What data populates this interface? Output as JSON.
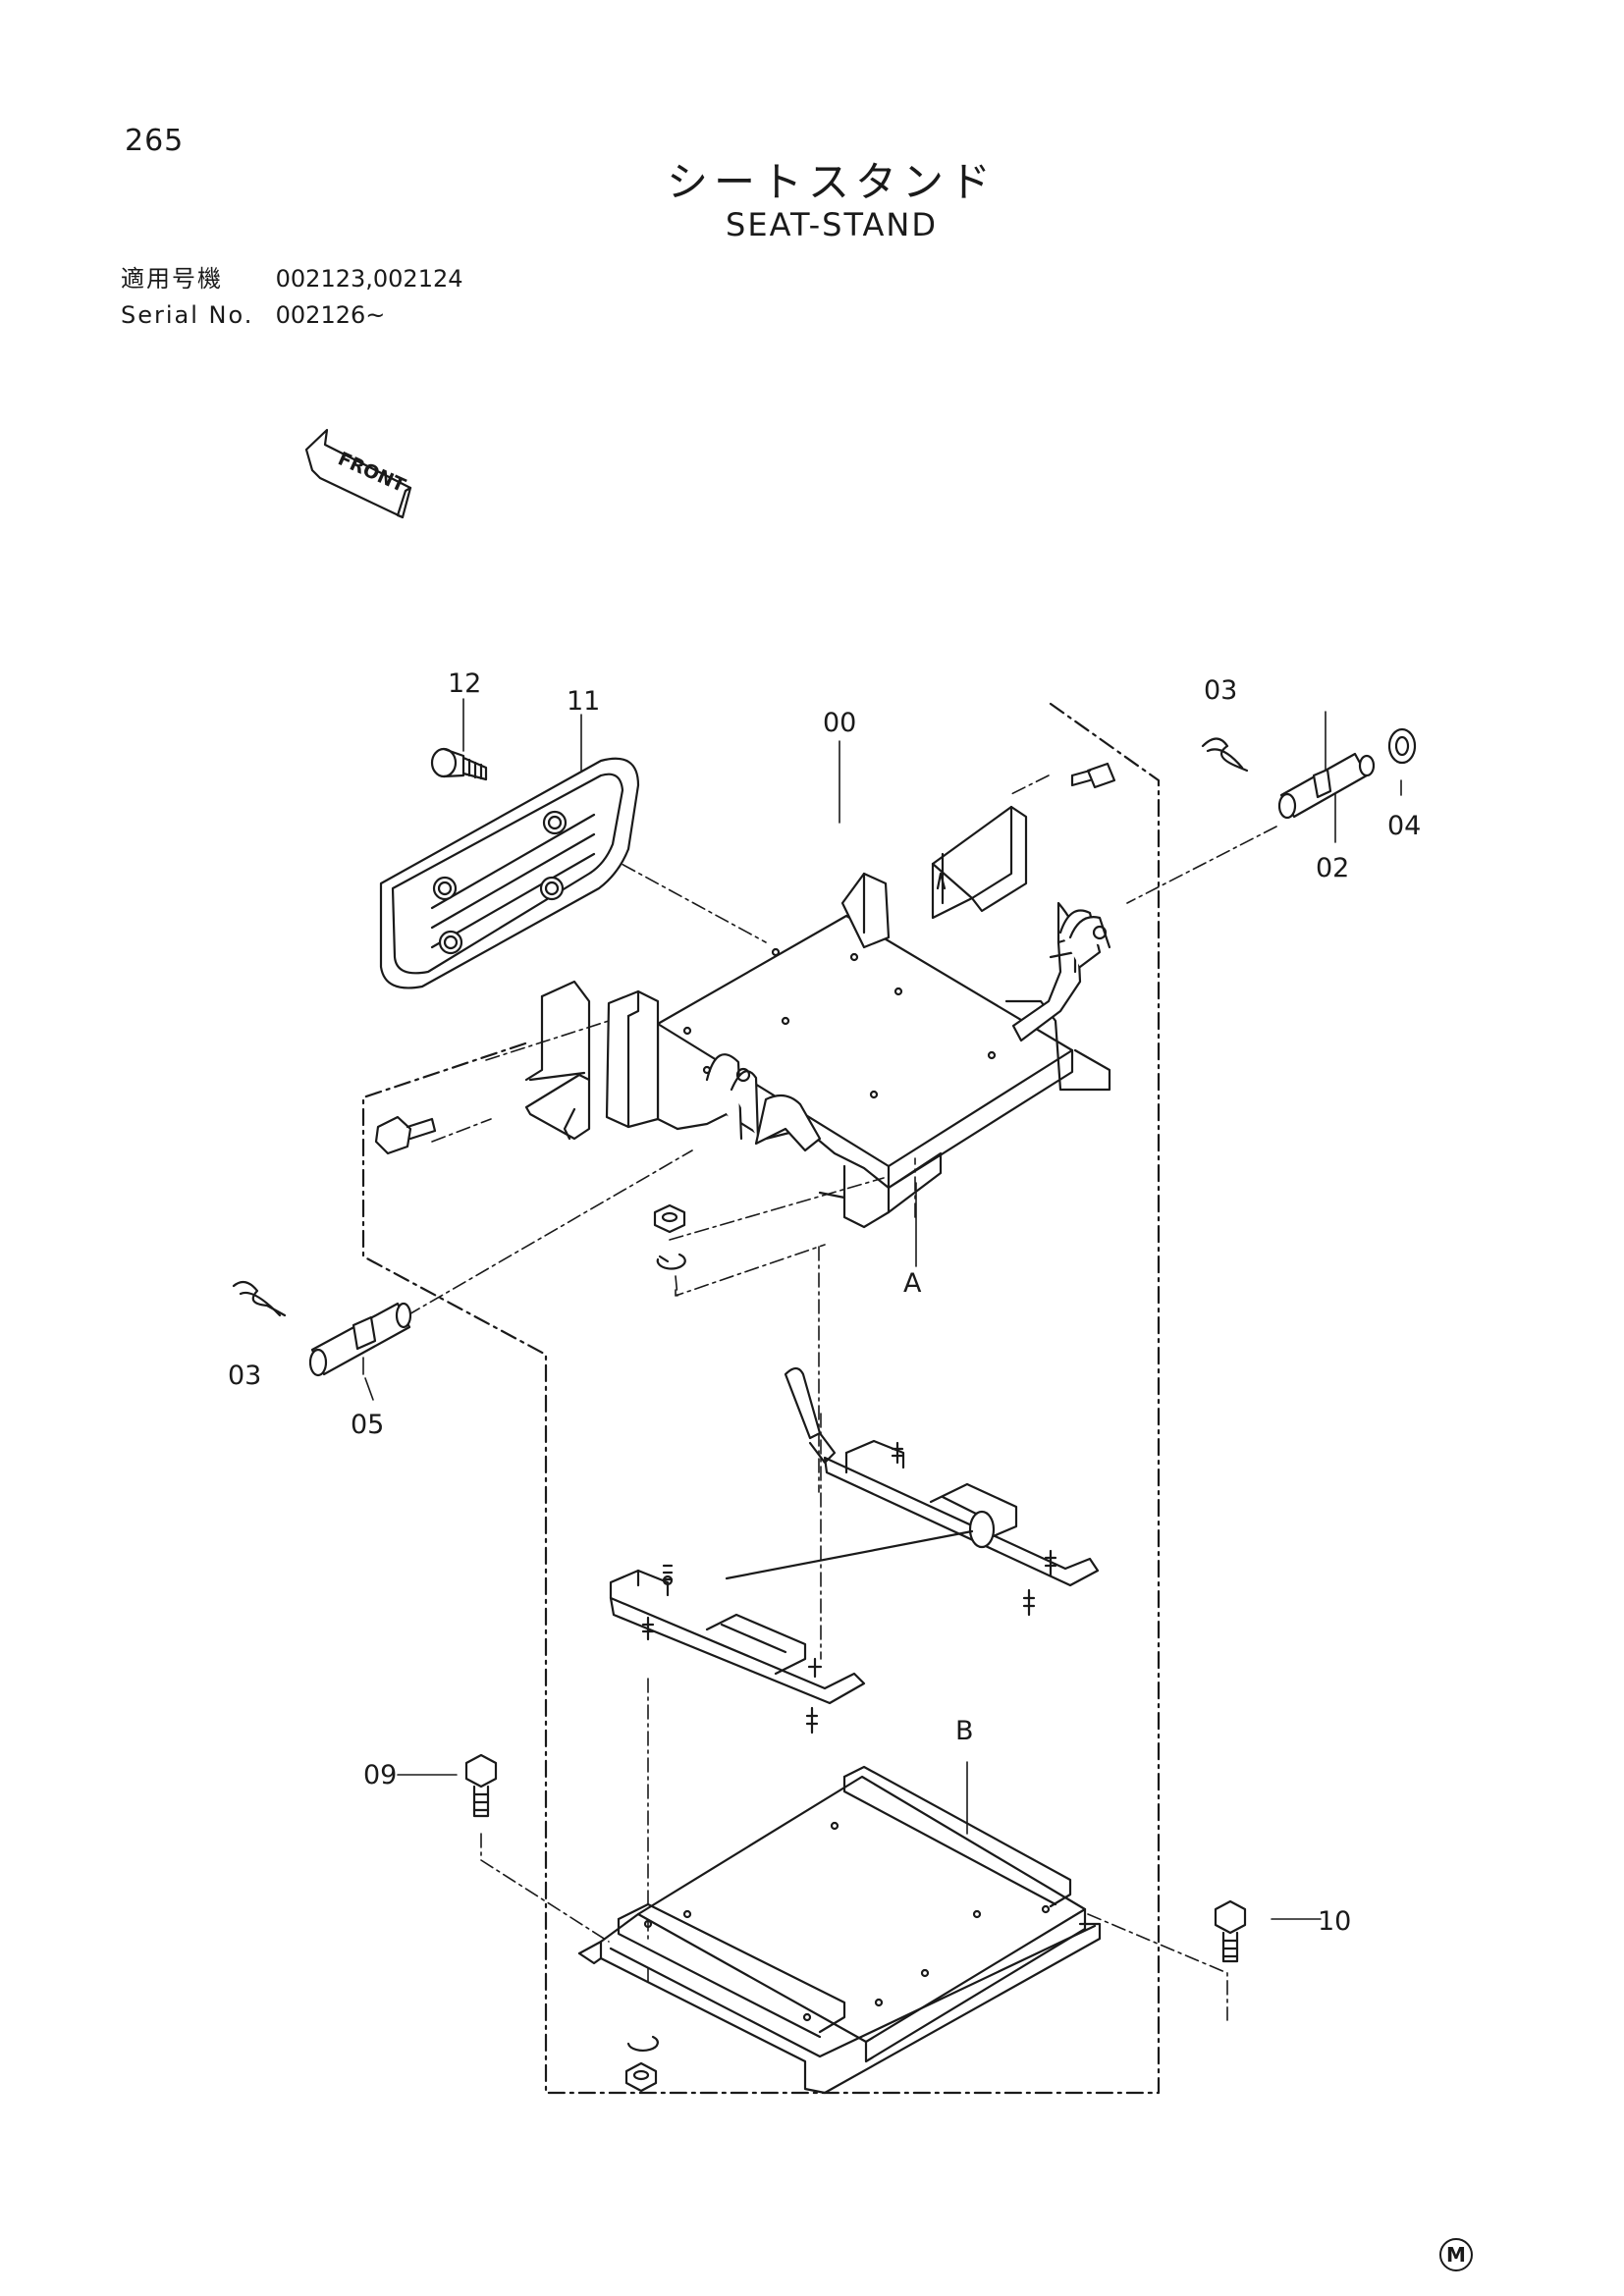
{
  "page_number": "265",
  "title_ja": "シートスタンド",
  "title_en": "SEAT-STAND",
  "applicability": {
    "label_ja": "適用号機",
    "serials_ja": "002123,002124",
    "label_en": "Serial No.",
    "serials_en": "002126~"
  },
  "front_marker": {
    "text": "FRONT"
  },
  "callouts": {
    "p00": "00",
    "p02": "02",
    "p03_upper": "03",
    "p03_lower": "03",
    "p04": "04",
    "p05": "05",
    "p09": "09",
    "p10": "10",
    "p11": "11",
    "p12": "12",
    "A": "A",
    "B": "B"
  },
  "publisher_mark": "M"
}
